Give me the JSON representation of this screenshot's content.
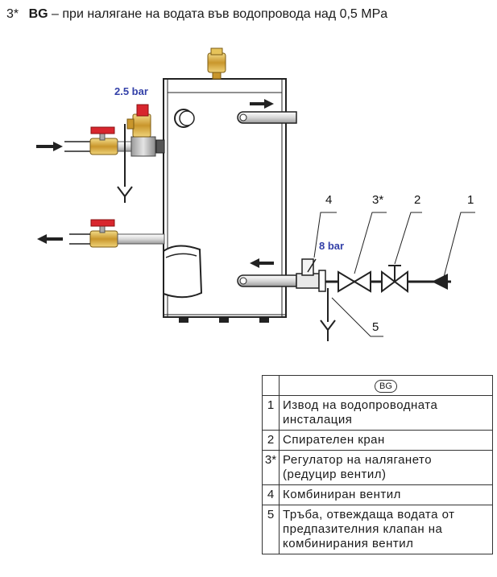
{
  "header": {
    "number": "3*",
    "code": "BG",
    "text": "– при налягане на водата във водопровода над 0,5 MPa"
  },
  "diagram": {
    "pressure_safety": "2.5 bar",
    "pressure_combined": "8 bar",
    "callouts": [
      "4",
      "3*",
      "2",
      "1",
      "5"
    ]
  },
  "legend": {
    "badge": "BG",
    "rows": [
      {
        "n": "1",
        "text": "Извод на водопроводната инсталация"
      },
      {
        "n": "2",
        "text": "Спирателен кран"
      },
      {
        "n": "3*",
        "text": "Регулатор на налягането (редуцир вентил)"
      },
      {
        "n": "4",
        "text": "Комбиниран вентил"
      },
      {
        "n": "5",
        "text": "Тръба, отвеждаща водата от предпазителния клапан на комбинирания вентил"
      }
    ]
  },
  "colors": {
    "label": "#3340a8",
    "valve_red": "#d8262e",
    "brass": "#d4a93a"
  }
}
